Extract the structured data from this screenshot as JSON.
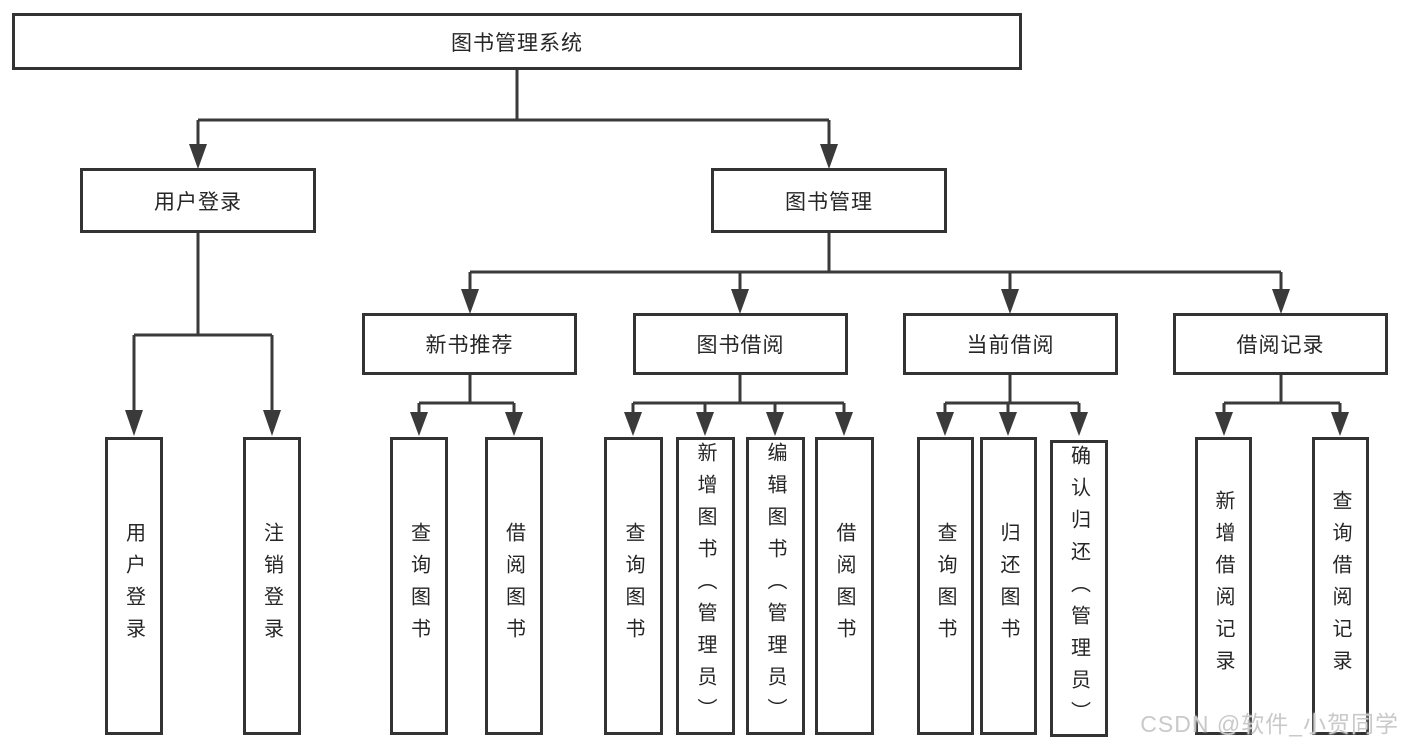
{
  "tree": {
    "root": {
      "label": "图书管理系统"
    },
    "user_branch": {
      "label": "用户登录",
      "children": [
        {
          "label": "用户登录"
        },
        {
          "label": "注销登录"
        }
      ]
    },
    "book_branch": {
      "label": "图书管理",
      "groups": [
        {
          "label": "新书推荐",
          "children": [
            {
              "label": "查询图书"
            },
            {
              "label": "借阅图书"
            }
          ]
        },
        {
          "label": "图书借阅",
          "children": [
            {
              "label": "查询图书"
            },
            {
              "label": "新增图书（管理员）"
            },
            {
              "label": "编辑图书（管理员）"
            },
            {
              "label": "借阅图书"
            }
          ]
        },
        {
          "label": "当前借阅",
          "children": [
            {
              "label": "查询图书"
            },
            {
              "label": "归还图书"
            },
            {
              "label": "确认归还（管理员）"
            }
          ]
        },
        {
          "label": "借阅记录",
          "children": [
            {
              "label": "新增借阅记录"
            },
            {
              "label": "查询借阅记录"
            }
          ]
        }
      ]
    }
  },
  "watermark": {
    "text": "CSDN @软件_小贺同学",
    "color": "#c9c9c9"
  },
  "colors": {
    "line": "#3a3a3a",
    "box_border": "#333333",
    "text": "#262626",
    "background": "#ffffff"
  }
}
